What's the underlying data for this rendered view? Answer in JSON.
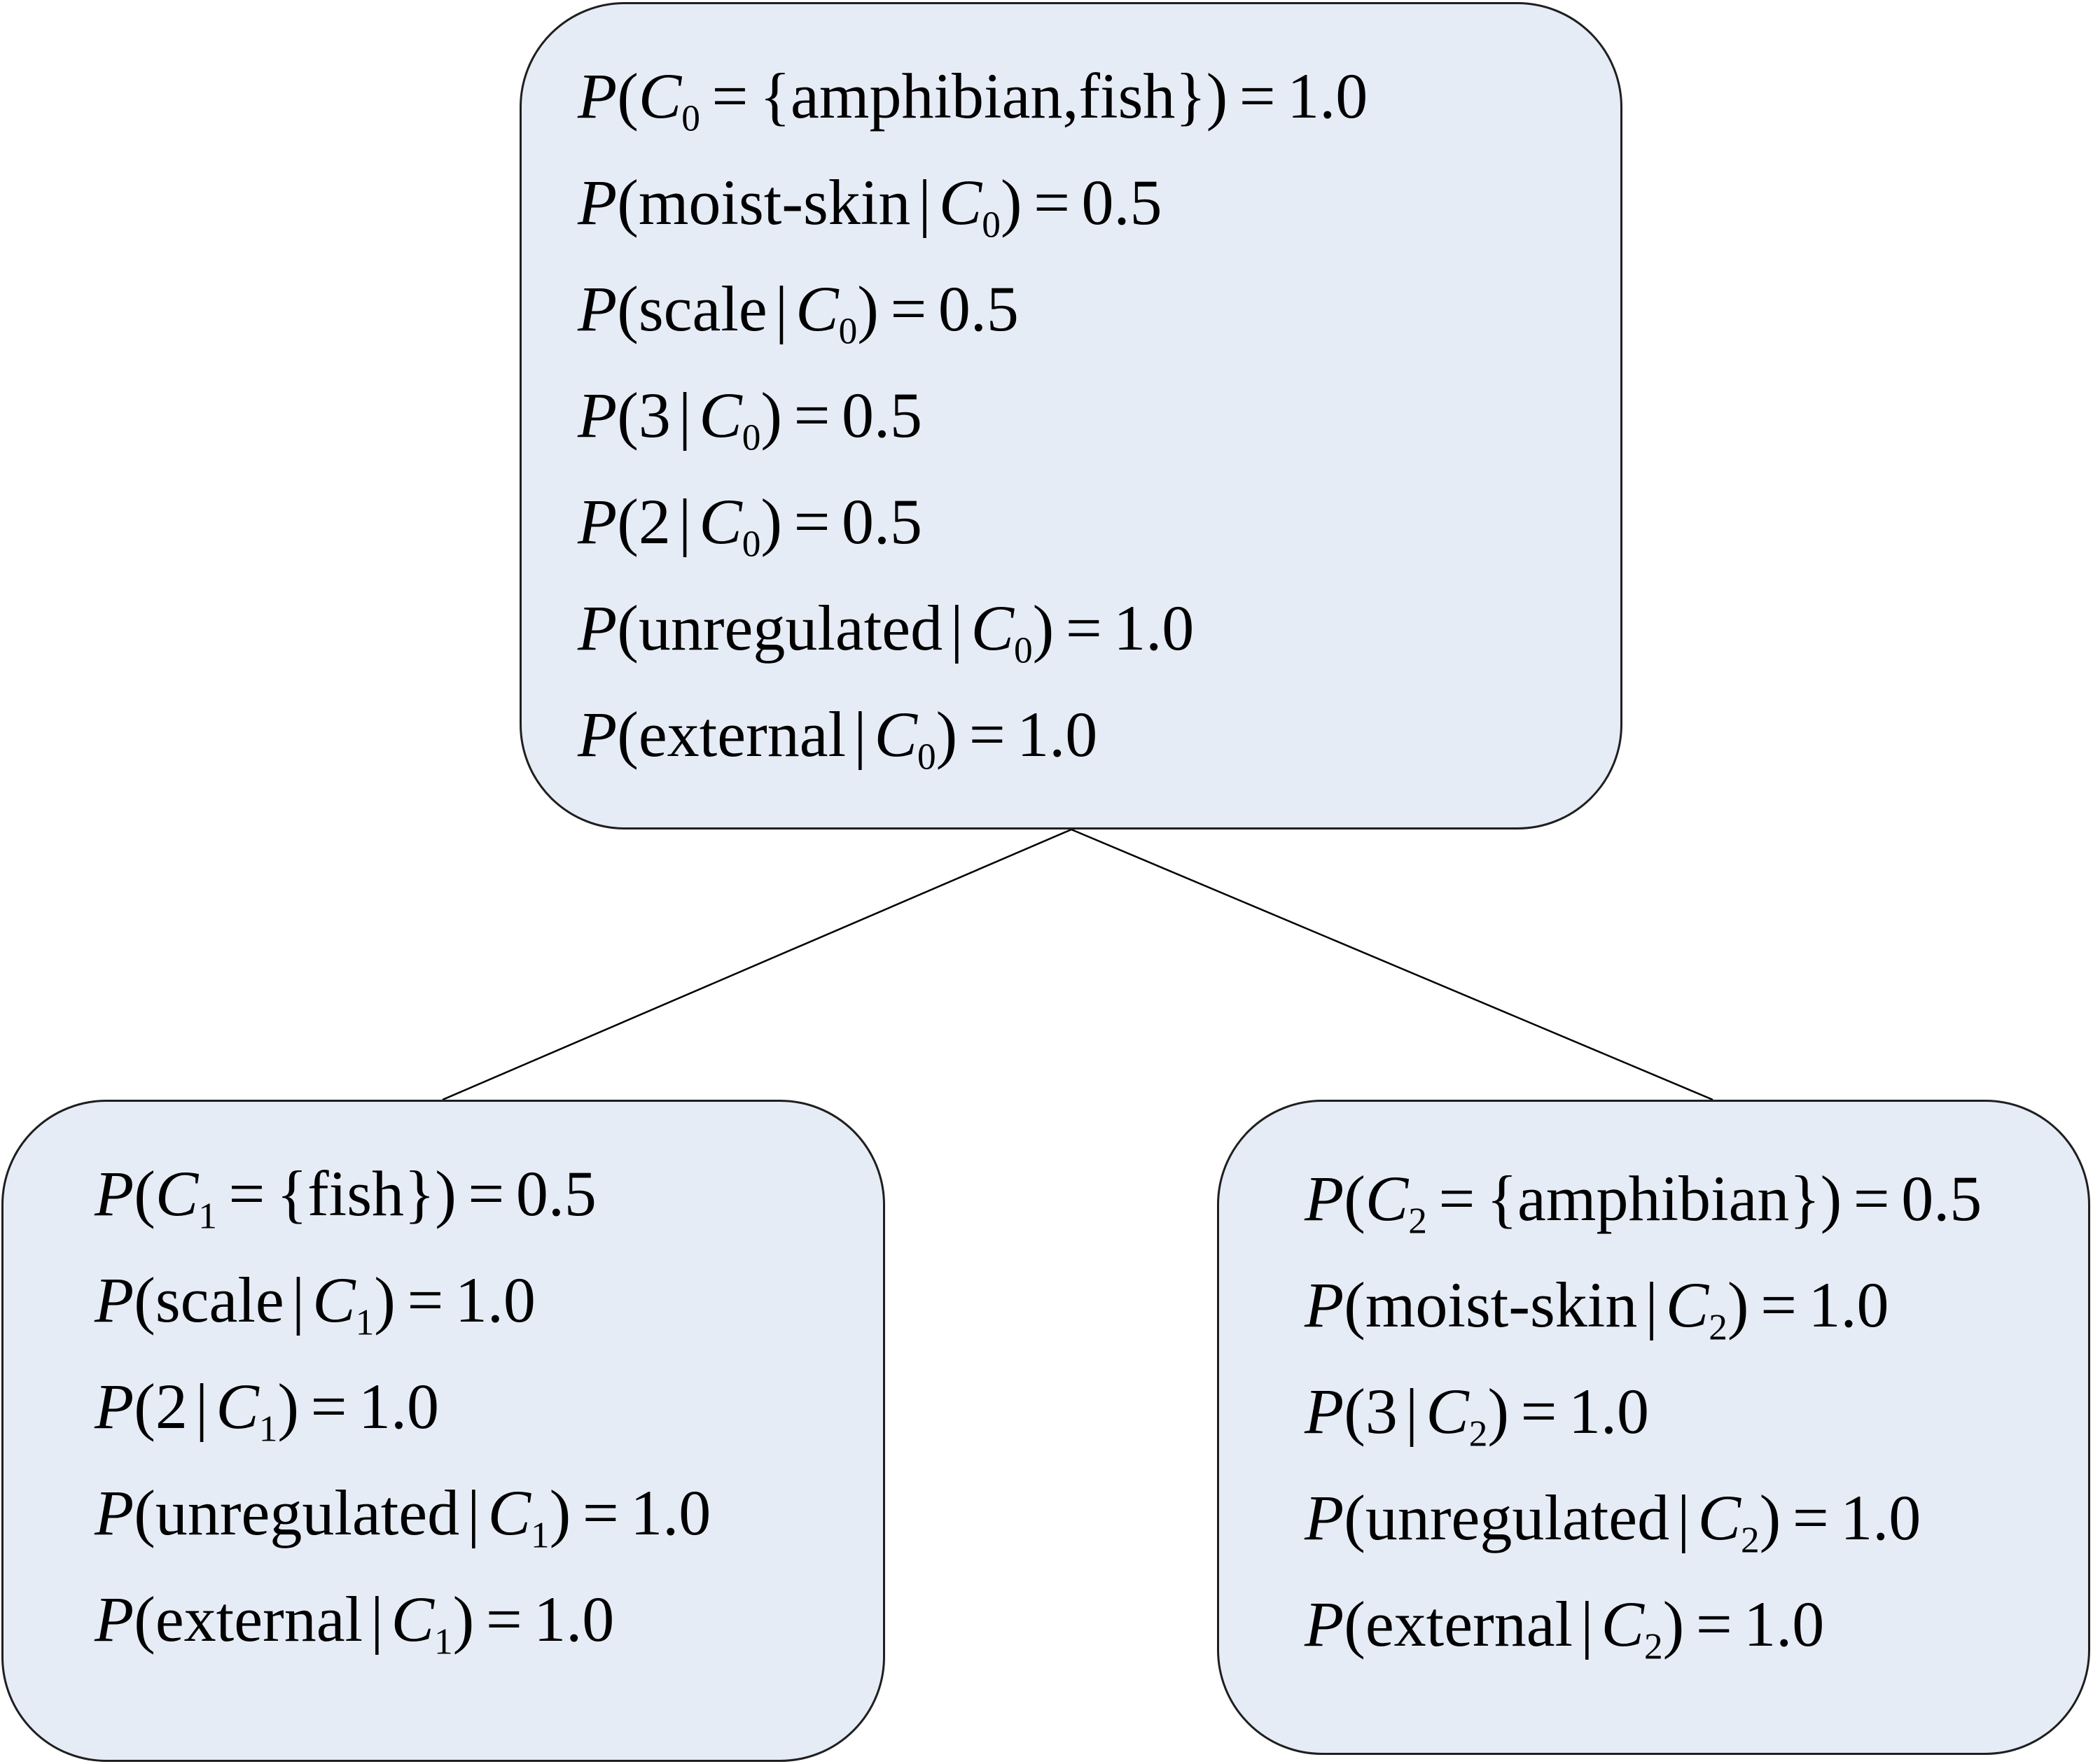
{
  "nodes": {
    "root": {
      "class_var": "C",
      "class_index": "0",
      "prior": {
        "set": "{amphibian,fish}",
        "value": "1.0"
      },
      "conditionals": [
        {
          "feature": "moist-skin",
          "value": "0.5"
        },
        {
          "feature": "scale",
          "value": "0.5"
        },
        {
          "feature": "3",
          "value": "0.5"
        },
        {
          "feature": "2",
          "value": "0.5"
        },
        {
          "feature": "unregulated",
          "value": "1.0"
        },
        {
          "feature": "external",
          "value": "1.0"
        }
      ]
    },
    "left": {
      "class_var": "C",
      "class_index": "1",
      "prior": {
        "set": "{fish}",
        "value": "0.5"
      },
      "conditionals": [
        {
          "feature": "scale",
          "value": "1.0"
        },
        {
          "feature": "2",
          "value": "1.0"
        },
        {
          "feature": "unregulated",
          "value": "1.0"
        },
        {
          "feature": "external",
          "value": "1.0"
        }
      ]
    },
    "right": {
      "class_var": "C",
      "class_index": "2",
      "prior": {
        "set": "{amphibian}",
        "value": "0.5"
      },
      "conditionals": [
        {
          "feature": "moist-skin",
          "value": "1.0"
        },
        {
          "feature": "3",
          "value": "1.0"
        },
        {
          "feature": "unregulated",
          "value": "1.0"
        },
        {
          "feature": "external",
          "value": "1.0"
        }
      ]
    }
  },
  "edges": [
    {
      "from": "root",
      "to": "left"
    },
    {
      "from": "root",
      "to": "right"
    }
  ],
  "colors": {
    "node_fill": "#e6ecf6",
    "node_border": "#1f1f1f",
    "edge": "#000000",
    "text": "#000000"
  }
}
